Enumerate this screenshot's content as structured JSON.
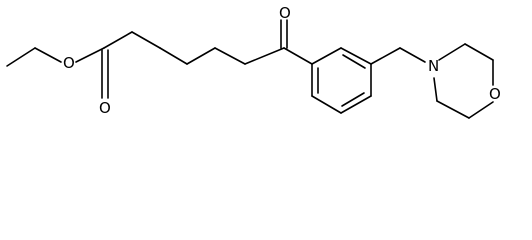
{
  "molecule": {
    "atoms": {
      "ester_ether_oxygen": "O",
      "ester_carbonyl_oxygen": "O",
      "ketone_oxygen": "O",
      "morpholine_nitrogen": "N",
      "morpholine_oxygen": "O"
    },
    "colors": {
      "bond": "#000000",
      "label": "#000000",
      "background": "#ffffff"
    }
  }
}
